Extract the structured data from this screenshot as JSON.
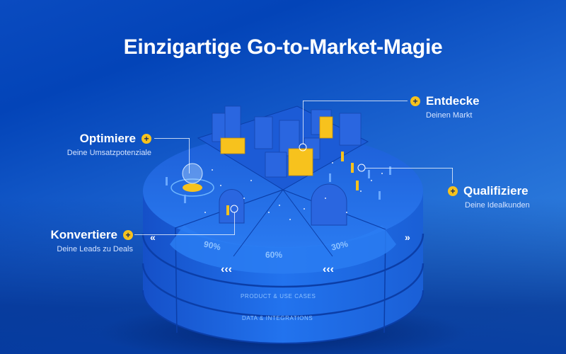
{
  "title": "Einzigartige Go-to-Market-Magie",
  "callouts": {
    "entdecke": {
      "heading": "Entdecke",
      "sub": "Deinen Markt",
      "icon": "plus-icon"
    },
    "optimiere": {
      "heading": "Optimiere",
      "sub": "Deine Umsatzpotenziale",
      "icon": "plus-icon"
    },
    "qualifiziere": {
      "heading": "Qualifiziere",
      "sub": "Deine Idealkunden",
      "icon": "plus-icon"
    },
    "konvertiere": {
      "heading": "Konvertiere",
      "sub": "Deine Leads zu Deals",
      "icon": "plus-icon"
    }
  },
  "funnel": {
    "pct_left": "90%",
    "pct_mid": "60%",
    "pct_right": "30%",
    "arrows": "‹‹‹"
  },
  "layers": {
    "product": "PRODUCT & USE CASES",
    "data": "DATA & INTEGRATIONS"
  },
  "colors": {
    "accent_yellow": "#f7c21d",
    "disk_blue": "#1f6fe6",
    "bg_dark": "#0344b8",
    "bg_light": "#3a8fe6"
  }
}
